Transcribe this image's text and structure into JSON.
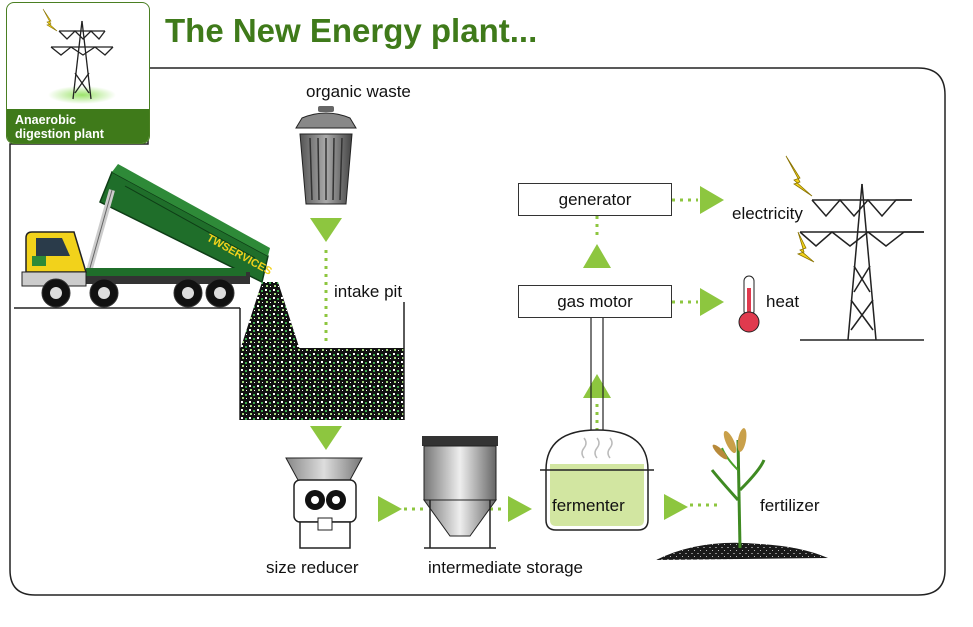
{
  "header": {
    "title": "The New Energy plant..."
  },
  "badge": {
    "line1": "Anaerobic",
    "line2": "digestion plant"
  },
  "truck": {
    "logo_text": "TWSERVICES"
  },
  "labels": {
    "organic_waste": "organic waste",
    "intake_pit": "intake pit",
    "size_reducer": "size reducer",
    "intermediate_storage": "intermediate storage",
    "fermenter": "fermenter",
    "fertilizer": "fertilizer",
    "gas_motor": "gas motor",
    "generator": "generator",
    "electricity": "electricity",
    "heat": "heat"
  },
  "colors": {
    "brand_green": "#3f7a1a",
    "arrow_green": "#8dc63f",
    "truck_green": "#1f6e2a",
    "cab_yellow": "#f2d21b",
    "thermometer_red": "#e03a4e"
  }
}
